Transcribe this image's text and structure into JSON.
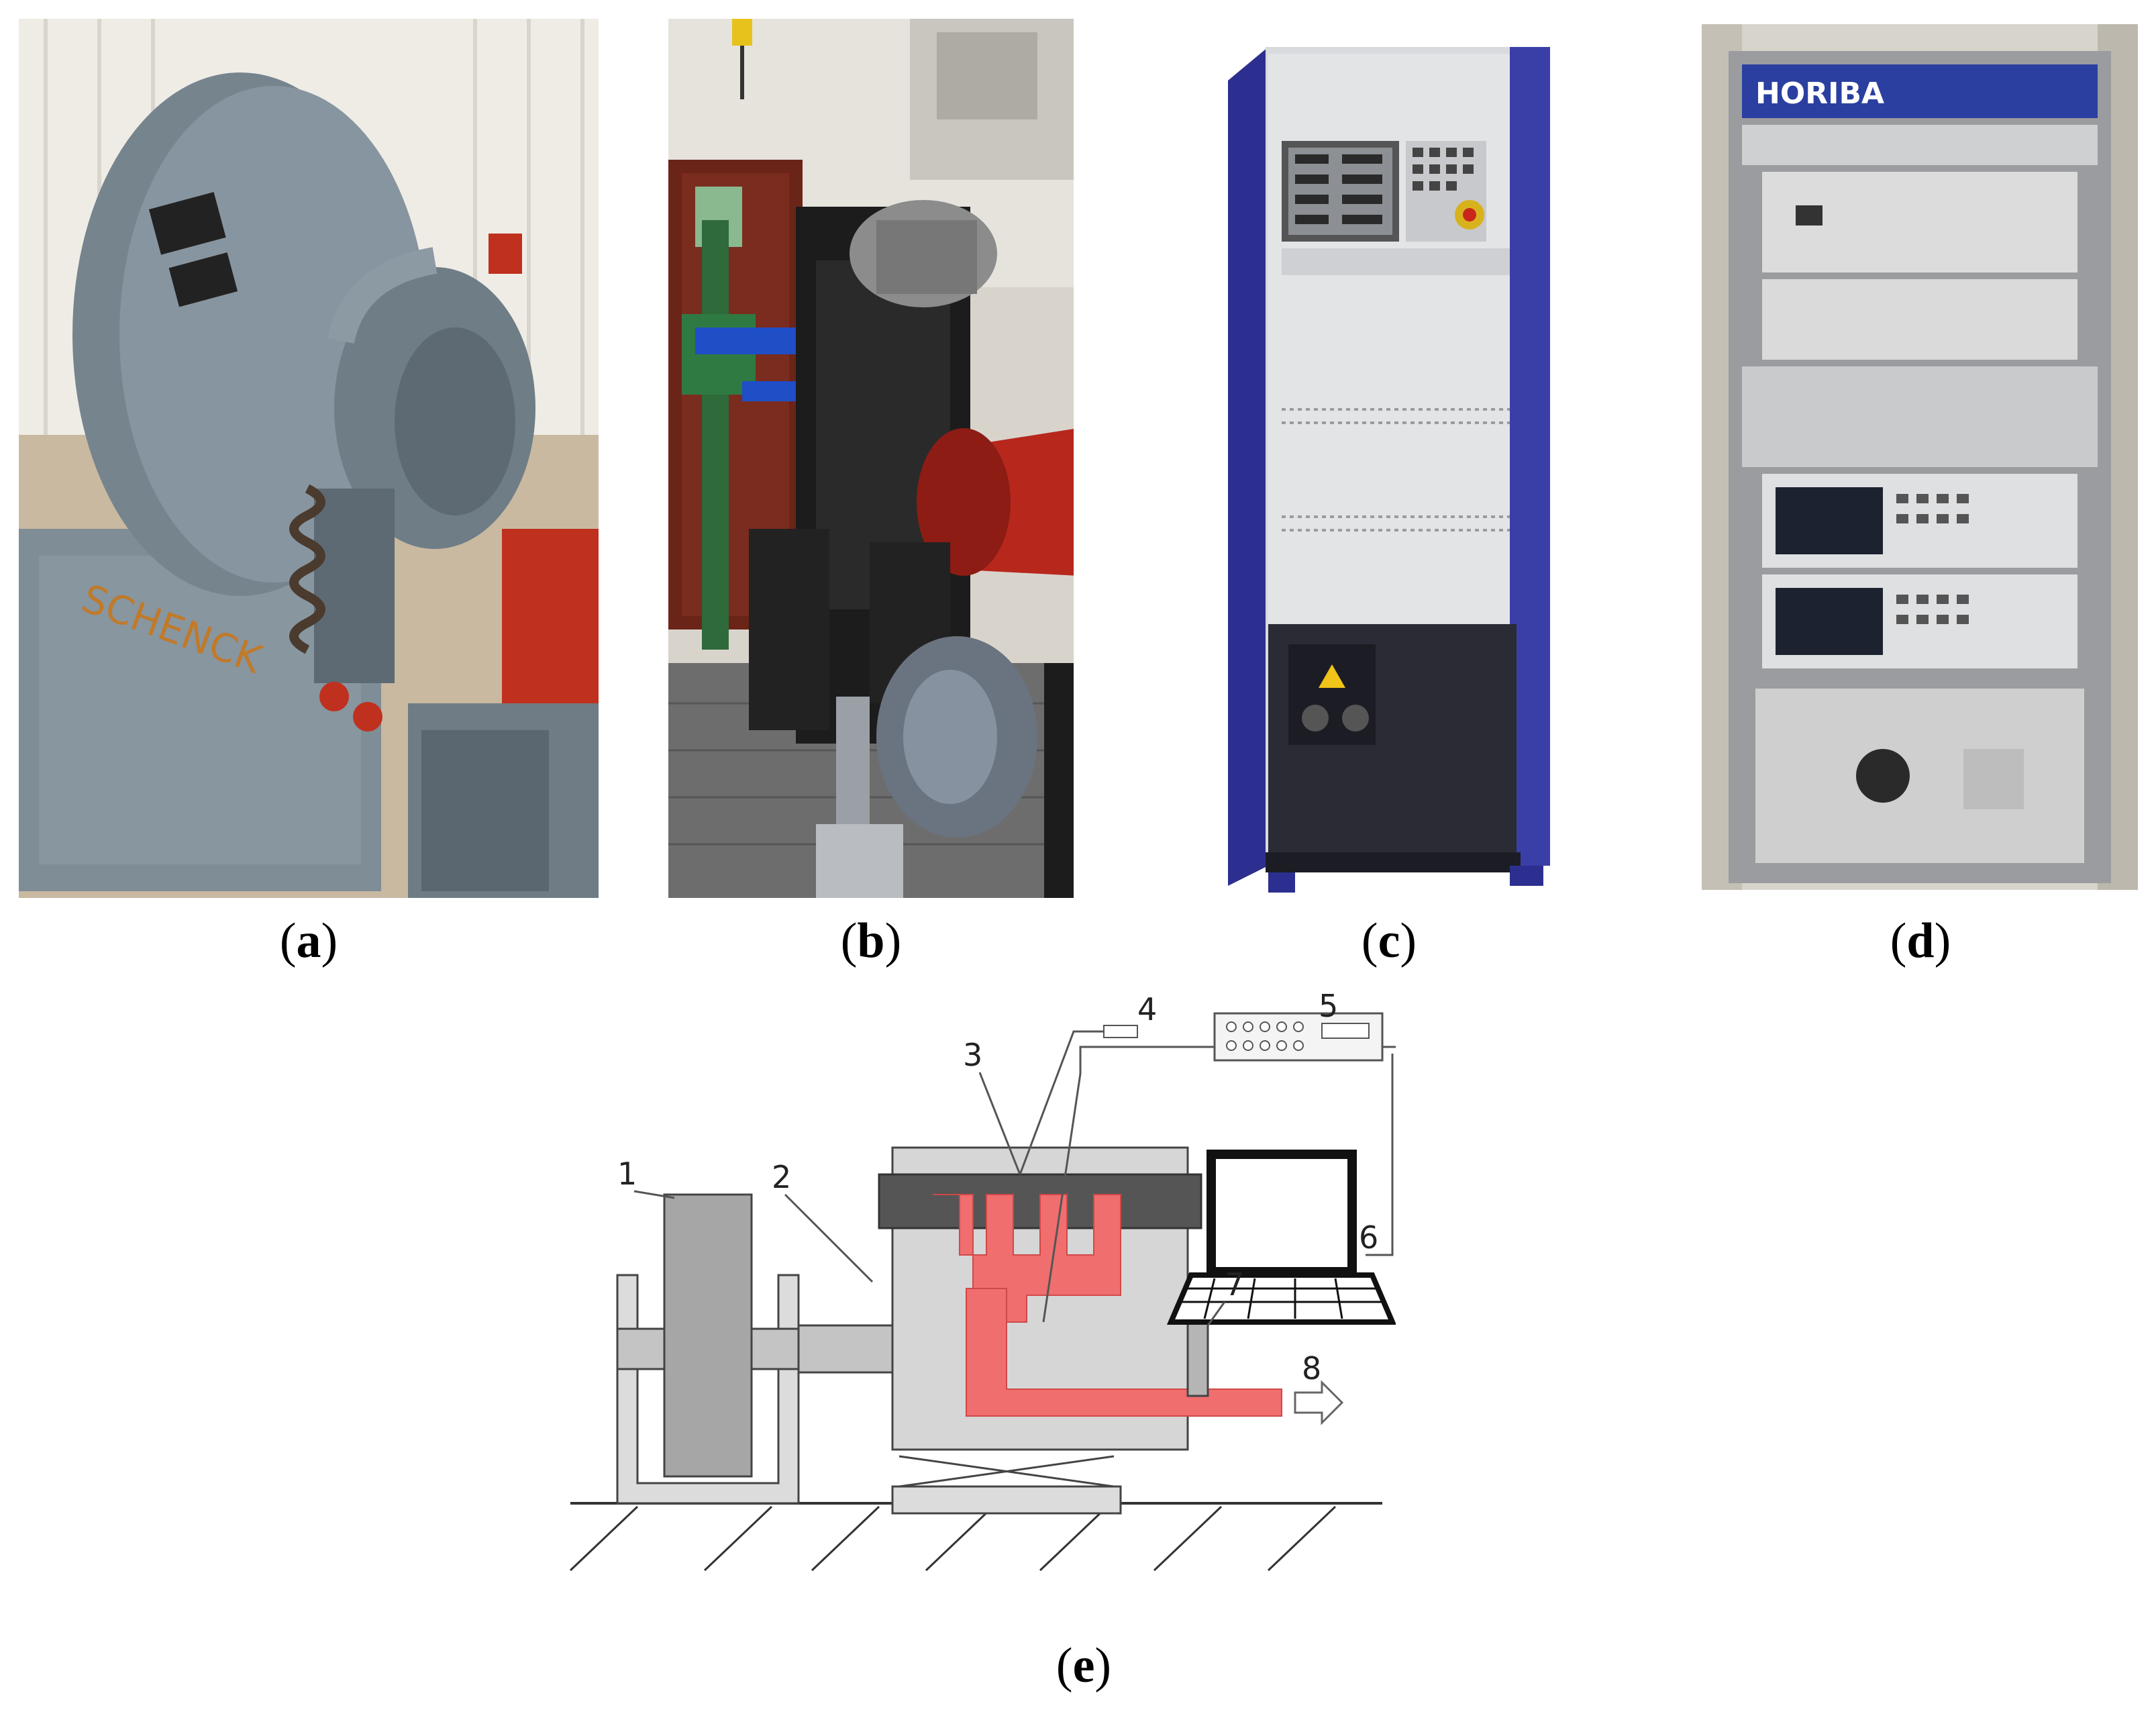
{
  "captions": {
    "a": "a",
    "b": "b",
    "c": "c",
    "d": "d",
    "e": "e"
  },
  "photo_labels": {
    "dyno_brand": "SCHENCK",
    "analyzer_brand": "HORIBA"
  },
  "diagram_labels": {
    "n1": "1",
    "n2": "2",
    "n3": "3",
    "n4": "4",
    "n5": "5",
    "n6": "6",
    "n7": "7",
    "n8": "8"
  },
  "colors": {
    "exhaust_red": "#f06e6e",
    "manifold_dark": "#555555",
    "engine_gray": "#d6d6d6",
    "frame_blue": "#3a3fa8",
    "dyno_gray": "#7d8a93",
    "engine_red": "#b52a1e"
  }
}
